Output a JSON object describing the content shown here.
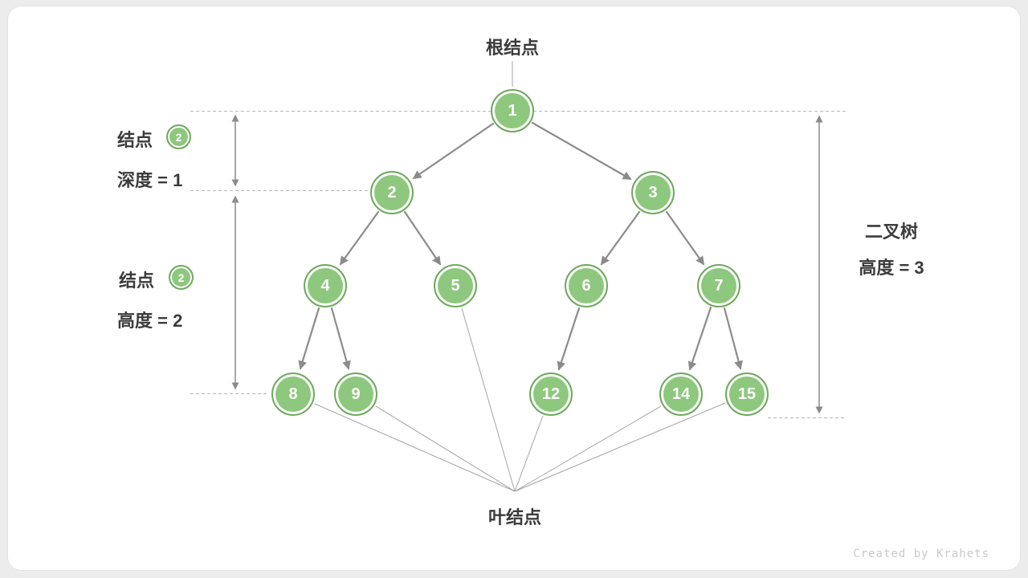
{
  "header": {
    "root_label": "根结点"
  },
  "footer": {
    "leaf_label": "叶结点",
    "watermark": "Created by Krahets"
  },
  "annotations": {
    "depth": {
      "label": "结点",
      "badge": "2",
      "equation": "深度 = 1"
    },
    "height": {
      "label": "结点",
      "badge": "2",
      "equation": "高度 = 2"
    },
    "tree": {
      "line1": "二叉树",
      "line2": "高度 = 3"
    }
  },
  "tree": {
    "nodes": [
      {
        "id": 1,
        "value": "1"
      },
      {
        "id": 2,
        "value": "2"
      },
      {
        "id": 3,
        "value": "3"
      },
      {
        "id": 4,
        "value": "4"
      },
      {
        "id": 5,
        "value": "5"
      },
      {
        "id": 6,
        "value": "6"
      },
      {
        "id": 7,
        "value": "7"
      },
      {
        "id": 8,
        "value": "8"
      },
      {
        "id": 9,
        "value": "9"
      },
      {
        "id": 12,
        "value": "12"
      },
      {
        "id": 14,
        "value": "14"
      },
      {
        "id": 15,
        "value": "15"
      }
    ],
    "edges": [
      [
        1,
        2
      ],
      [
        1,
        3
      ],
      [
        2,
        4
      ],
      [
        2,
        5
      ],
      [
        3,
        6
      ],
      [
        3,
        7
      ],
      [
        4,
        8
      ],
      [
        4,
        9
      ],
      [
        6,
        12
      ],
      [
        7,
        14
      ],
      [
        7,
        15
      ]
    ],
    "leaves": [
      8,
      9,
      5,
      12,
      14,
      15
    ]
  },
  "colors": {
    "node_fill": "#8EC77E",
    "node_border": "#6FAA5F",
    "edge": "#8B8B8B",
    "dashed": "#B5B5B5",
    "text": "#3B3B3B",
    "watermark": "#C9C9C9",
    "card_bg": "#FFFFFF",
    "page_bg": "#ECECEC"
  }
}
